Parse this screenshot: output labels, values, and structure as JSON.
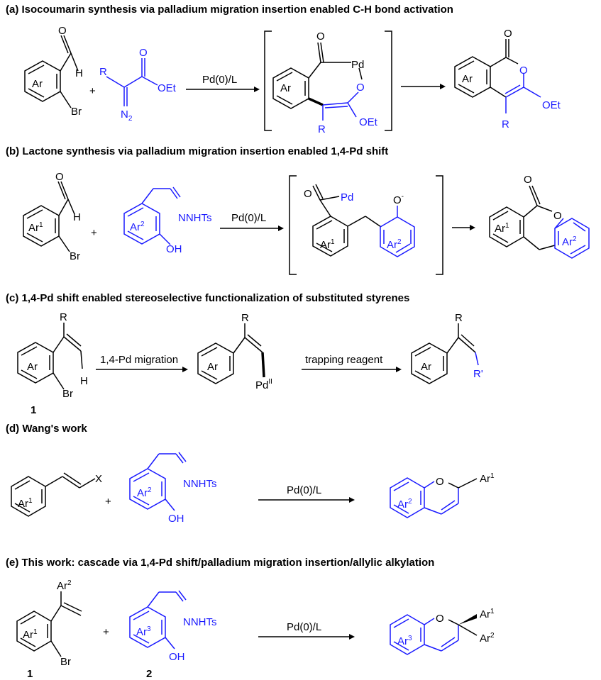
{
  "colors": {
    "ink": "#000000",
    "reagent_blue": "#1a1aff"
  },
  "sections": {
    "a": {
      "heading": "(a) Isocoumarin synthesis via palladium migration insertion enabled C-H bond activation",
      "plus": "+",
      "arrow_label": "Pd(0)/L",
      "labels": {
        "ar": "Ar",
        "h": "H",
        "br": "Br",
        "r": "R",
        "o": "O",
        "oet": "OEt",
        "n2": "N",
        "n2_sub": "2",
        "pd": "Pd",
        "oet2": "OEt",
        "r2": "R",
        "ar2": "Ar",
        "o2": "O",
        "ar3": "Ar",
        "o3": "O",
        "o4": "O",
        "oet3": "OEt",
        "r3": "R"
      }
    },
    "b": {
      "heading": "(b) Lactone synthesis via palladium migration insertion enabled 1,4-Pd shift",
      "plus": "+",
      "arrow_label": "Pd(0)/L",
      "labels": {
        "o": "O",
        "h": "H",
        "ar": "Ar",
        "ar_sup": "1",
        "br": "Br",
        "nnhts": "NNHTs",
        "ar2": "Ar",
        "ar2_sup": "2",
        "oh": "OH",
        "o_pd": "O",
        "pd": "Pd",
        "o_minus": "O",
        "minus": "-",
        "ar_i1": "Ar",
        "ar_i1_sup": "1",
        "ar_i2": "Ar",
        "ar_i2_sup": "2",
        "o_p": "O",
        "o_p2": "O",
        "ar_p1": "Ar",
        "ar_p1_sup": "1",
        "ar_p2": "Ar",
        "ar_p2_sup": "2"
      }
    },
    "c": {
      "heading": "(c) 1,4-Pd shift enabled stereoselective functionalization of substituted styrenes",
      "arrow1_label": "1,4-Pd migration",
      "arrow2_label": "trapping reagent",
      "compound": "1",
      "labels": {
        "r": "R",
        "ar": "Ar",
        "h": "H",
        "br": "Br",
        "r2": "R",
        "ar2": "Ar",
        "pd": "Pd",
        "pd_sup": "II",
        "r3": "R",
        "ar3": "Ar",
        "rp": "R'"
      }
    },
    "d": {
      "heading": "(d) Wang's work",
      "plus": "+",
      "arrow_label": "Pd(0)/L",
      "labels": {
        "x": "X",
        "ar": "Ar",
        "ar_sup": "1",
        "nnhts": "NNHTs",
        "ar2": "Ar",
        "ar2_sup": "2",
        "oh": "OH",
        "o": "O",
        "arp": "Ar",
        "arp_sup": "1",
        "ar2p": "Ar",
        "ar2p_sup": "2"
      }
    },
    "e": {
      "heading": "(e) This work: cascade via 1,4-Pd shift/palladium migration insertion/allylic alkylation",
      "plus": "+",
      "arrow_label": "Pd(0)/L",
      "compound1": "1",
      "compound2": "2",
      "labels": {
        "ar2": "Ar",
        "ar2_sup": "2",
        "ar1": "Ar",
        "ar1_sup": "1",
        "br": "Br",
        "nnhts": "NNHTs",
        "ar3": "Ar",
        "ar3_sup": "3",
        "oh": "OH",
        "o": "O",
        "p_ar1": "Ar",
        "p_ar1_sup": "1",
        "p_ar2": "Ar",
        "p_ar2_sup": "2",
        "p_ar3": "Ar",
        "p_ar3_sup": "3"
      }
    }
  }
}
